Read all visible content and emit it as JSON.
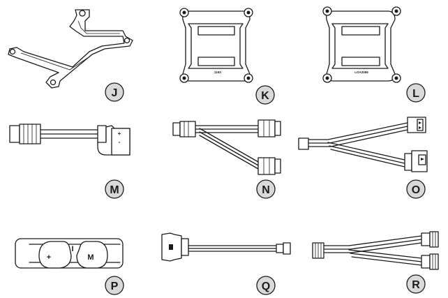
{
  "parts": [
    {
      "id": "J",
      "name": "mounting-bracket"
    },
    {
      "id": "K",
      "name": "backplate-intel",
      "label": "115X"
    },
    {
      "id": "L",
      "name": "backplate-amd",
      "label": "LGA2066"
    },
    {
      "id": "M",
      "name": "fan-to-molex-adapter",
      "plus": "+",
      "minus": "-"
    },
    {
      "id": "N",
      "name": "fan-y-splitter"
    },
    {
      "id": "O",
      "name": "fan-to-usb-splitter"
    },
    {
      "id": "P",
      "name": "fan-controller-remote",
      "plus": "+",
      "mode": "I",
      "m": "M"
    },
    {
      "id": "Q",
      "name": "sata-power-cable"
    },
    {
      "id": "R",
      "name": "rgb-y-splitter"
    }
  ],
  "colors": {
    "line": "#1a1a1a",
    "badge": "#d9d9d9",
    "background": "#ffffff"
  }
}
